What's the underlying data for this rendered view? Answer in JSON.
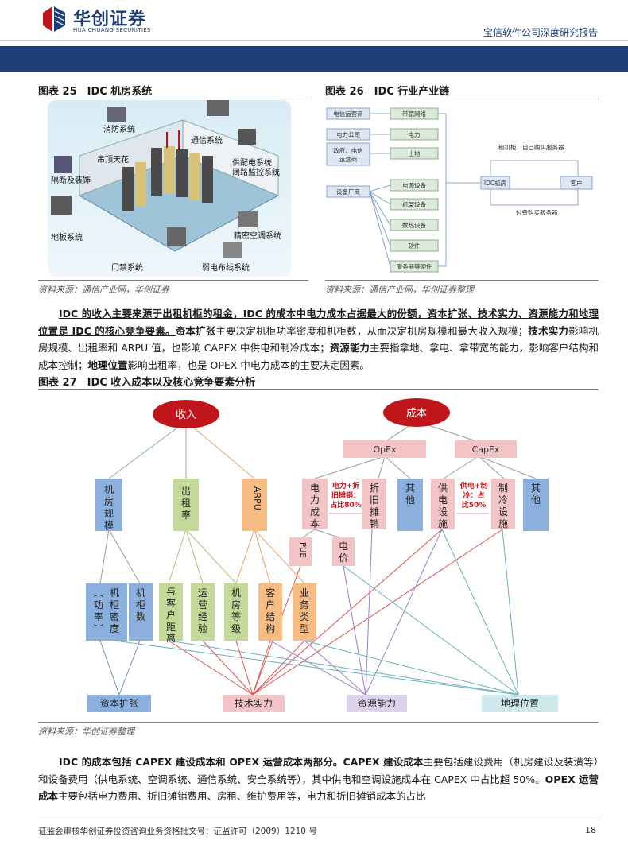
{
  "header": {
    "logo_cn": "华创证券",
    "logo_en": "HUA CHUANG SECURITIES",
    "report_title": "宝信软件公司深度研究报告"
  },
  "fig25": {
    "title": "图表 25　IDC 机房系统",
    "labels": [
      "消防系统",
      "通信系统",
      "吊顶天花",
      "隔断及装饰",
      "供配电系统",
      "闭路监控系统",
      "地板系统",
      "精密空调系统",
      "门禁系统",
      "弱电布线系统"
    ],
    "source": "资料来源：通信产业网，华创证券"
  },
  "fig26": {
    "title": "图表 26　IDC 行业产业链",
    "left_nodes": [
      "电信运营商",
      "电力公司",
      "政府、电信运营商",
      "设备厂商"
    ],
    "mid_nodes": [
      "带宽网络",
      "电力",
      "土地",
      "电源设备",
      "机架设备",
      "数热设备",
      "软件",
      "服务器等硬件"
    ],
    "right_nodes": [
      "IDC机房",
      "客户"
    ],
    "top_note": "租机柜，自己购买服务器",
    "bottom_note": "付费购买服务器",
    "source": "资料来源：通信产业网，华创证券整理"
  },
  "para1": {
    "s1": "IDC 的收入主要来源于出租机柜的租金，IDC 的成本中电力成本占据最大的份额，资本扩张、技术实力、资源能力和地理位置是 IDC 的核心竞争要素。",
    "s2a": "资本扩张",
    "s2": "主要决定机柜功率密度和机柜数，从而决定机房规模和最大收入规模；",
    "s3a": "技术实力",
    "s3": "影响机房规模、出租率和 ARPU 值，也影响 CAPEX 中供电和制冷成本；",
    "s4a": "资源能力",
    "s4": "主要指拿地、拿电、拿带宽的能力，影响客户结构和成本控制；",
    "s5a": "地理位置",
    "s5": "影响出租率，也是 OPEX 中电力成本的主要决定因素。"
  },
  "fig27": {
    "title": "图表 27　IDC 收入成本以及核心竞争要素分析",
    "income": "收入",
    "cost": "成本",
    "opex": "OpEx",
    "capex": "CapEx",
    "rev_boxes": [
      "机房规模",
      "出租率",
      "ARPU"
    ],
    "cost_boxes": [
      "电力成本",
      "折旧摊销",
      "其他",
      "供电设施",
      "制冷设施",
      "其他"
    ],
    "note1": [
      "电力+折",
      "旧摊销：",
      "占比80%"
    ],
    "note2": [
      "供电+制",
      "冷：占",
      "比50%"
    ],
    "pue": "PUE",
    "elec_price": "电价",
    "factors": [
      "机柜密度（功率）",
      "机柜数",
      "与客户距离",
      "运营经验",
      "机房等级",
      "客户结构",
      "业务类型"
    ],
    "drivers": [
      "资本扩张",
      "技术实力",
      "资源能力",
      "地理位置"
    ],
    "source": "资料来源：华创证券整理"
  },
  "para2": {
    "s1": "IDC 的成本包括 CAPEX 建设成本和 OPEX 运营成本两部分。",
    "s2a": "CAPEX 建设成本",
    "s2": "主要包括建设费用（机房建设及装潢等）和设备费用（供电系统、空调系统、通信系统、安全系统等），其中供电和空调设施成本在 CAPEX 中占比超 50%。",
    "s3a": "OPEX 运营成本",
    "s3": "主要包括电力费用、折旧摊销费用、房租、维护费用等，电力和折旧摊销成本的占比"
  },
  "footer": {
    "text": "证监会审核华创证券投资咨询业务资格批文号：证监许可（2009）1210 号",
    "page": "18"
  },
  "colors": {
    "brand": "#1f3e78",
    "red": "#c0151a",
    "pink": "#f2c4c6",
    "blue": "#8cb0de",
    "green": "#c3d99a",
    "orange": "#f7bb84",
    "teal_box": "#cfe8ee",
    "purple_box": "#dcd2ea"
  }
}
